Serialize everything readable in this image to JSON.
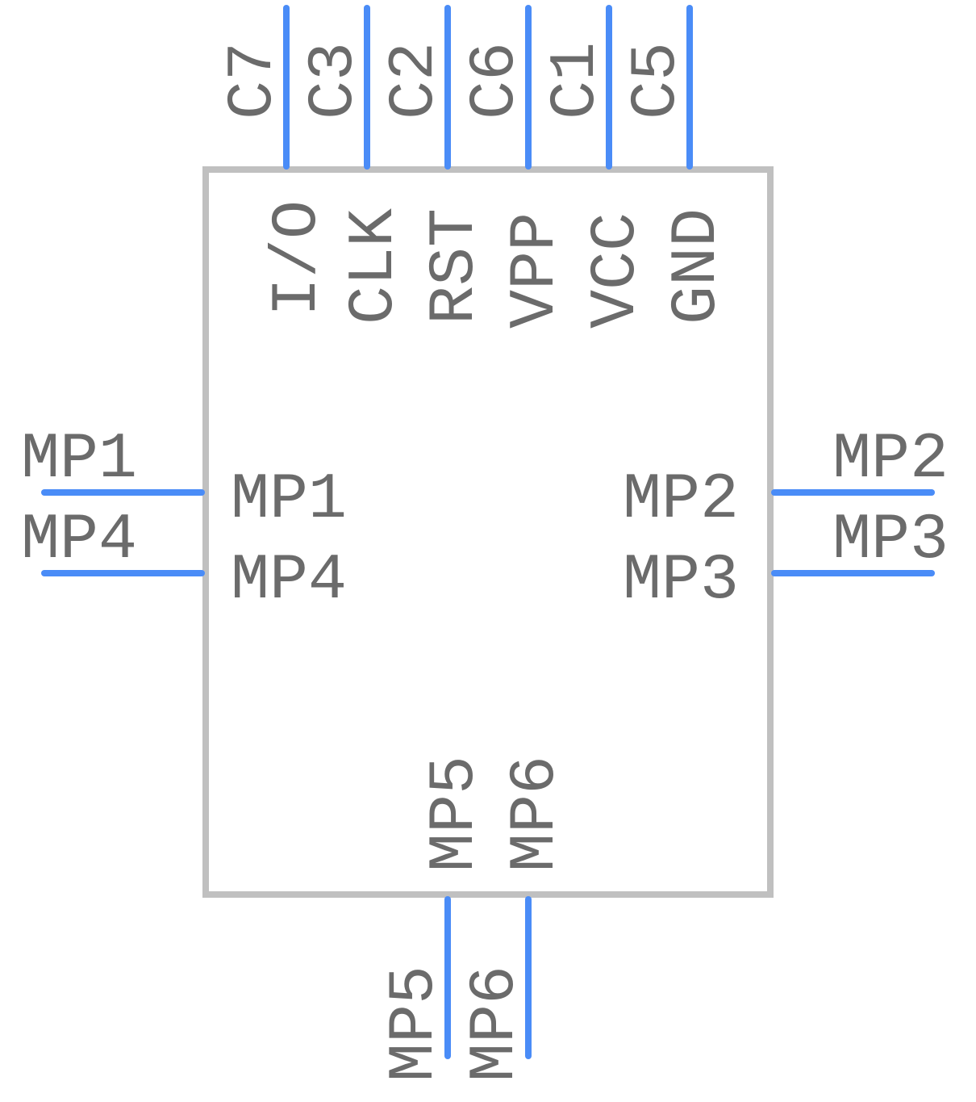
{
  "colors": {
    "pin": "#4a8cf7",
    "body_outline": "#c0c0c0",
    "text": "#6b6b6b",
    "background": "#ffffff"
  },
  "top_pins": [
    {
      "number": "C7",
      "name": "I/O"
    },
    {
      "number": "C3",
      "name": "CLK"
    },
    {
      "number": "C2",
      "name": "RST"
    },
    {
      "number": "C6",
      "name": "VPP"
    },
    {
      "number": "C1",
      "name": "VCC"
    },
    {
      "number": "C5",
      "name": "GND"
    }
  ],
  "left_pins": [
    {
      "number": "MP1",
      "name": "MP1"
    },
    {
      "number": "MP4",
      "name": "MP4"
    }
  ],
  "right_pins": [
    {
      "number": "MP2",
      "name": "MP2"
    },
    {
      "number": "MP3",
      "name": "MP3"
    }
  ],
  "bottom_pins": [
    {
      "number": "MP5",
      "name": "MP5"
    },
    {
      "number": "MP6",
      "name": "MP6"
    }
  ]
}
